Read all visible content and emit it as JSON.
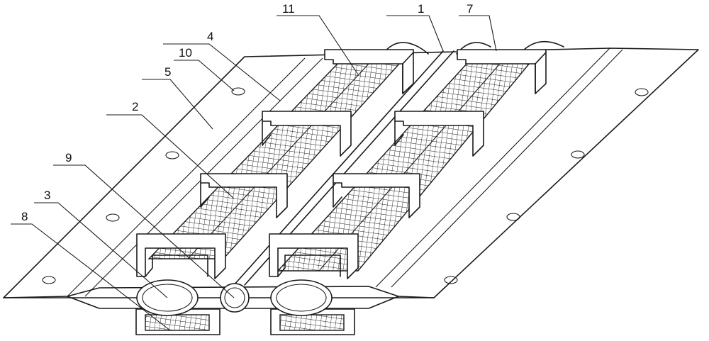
{
  "labels": {
    "l1": "1",
    "l2": "2",
    "l3": "3",
    "l4": "4",
    "l5": "5",
    "l7": "7",
    "l8": "8",
    "l9": "9",
    "l10": "10",
    "l11": "11"
  }
}
